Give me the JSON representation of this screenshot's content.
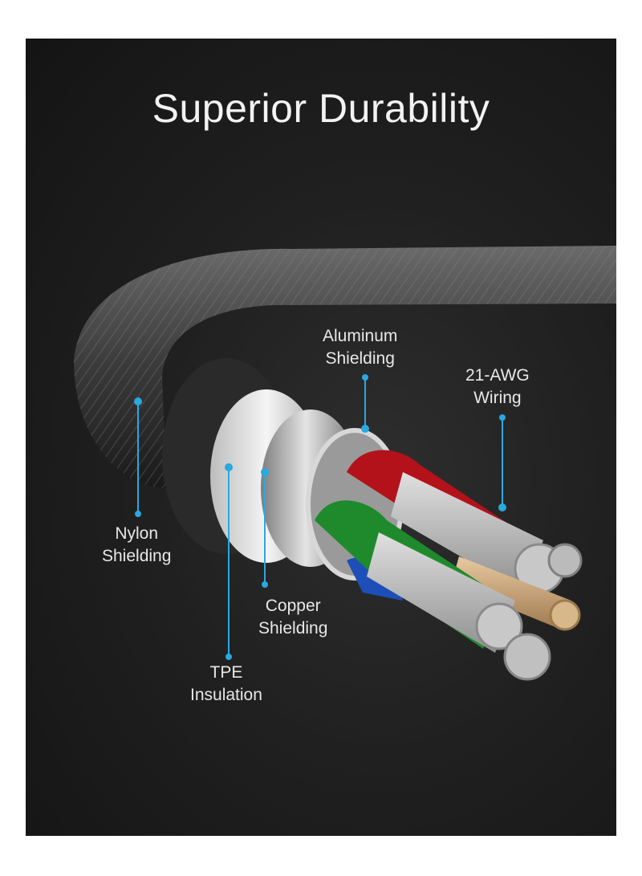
{
  "title": "Superior Durability",
  "labels": {
    "nylon": [
      "Nylon",
      "Shielding"
    ],
    "tpe": [
      "TPE",
      "Insulation"
    ],
    "copper": [
      "Copper",
      "Shielding"
    ],
    "aluminum": [
      "Aluminum",
      "Shielding"
    ],
    "awg": [
      "21-AWG",
      "Wiring"
    ]
  },
  "colors": {
    "background": "#1c1c1c",
    "callout": "#2aa8e0",
    "wire_red": "#b3121a",
    "wire_green": "#1f8a2c",
    "wire_blue": "#1e4fb8",
    "tpe_white": "#e9e9e9"
  }
}
